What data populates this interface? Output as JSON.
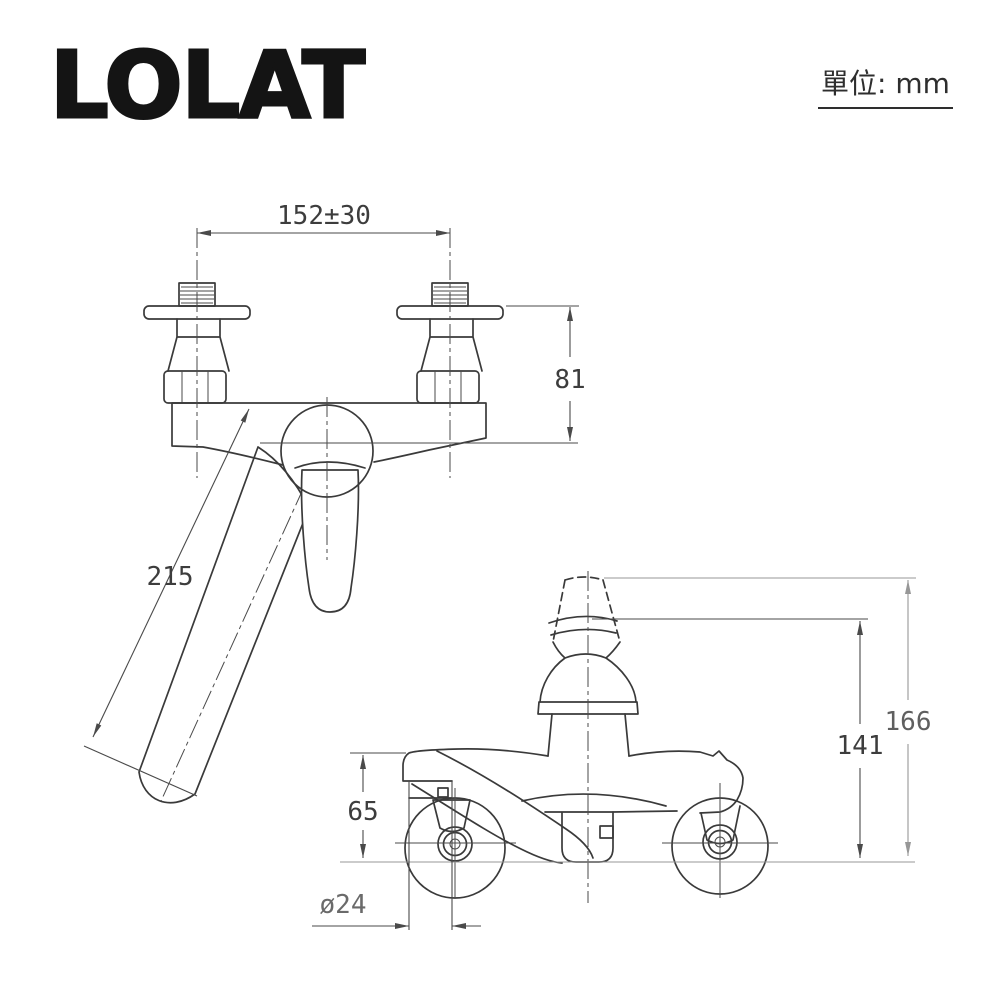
{
  "header": {
    "logo_text": "LOLAT",
    "unit_label": "單位: mm"
  },
  "views": {
    "front": {
      "dims": {
        "inlet_spacing": "152±30",
        "inlet_height": "81",
        "spout_length": "215"
      }
    },
    "side": {
      "dims": {
        "overall_height": "166",
        "cap_to_base": "141",
        "body_to_base": "65",
        "outlet_diameter": "ø24"
      }
    }
  },
  "colors": {
    "background": "#ffffff",
    "object_line": "#3a3a3a",
    "dimension_line": "#4a4a4a",
    "light_line": "#979797",
    "text": "#3d3d3d",
    "logo": "#141414"
  }
}
